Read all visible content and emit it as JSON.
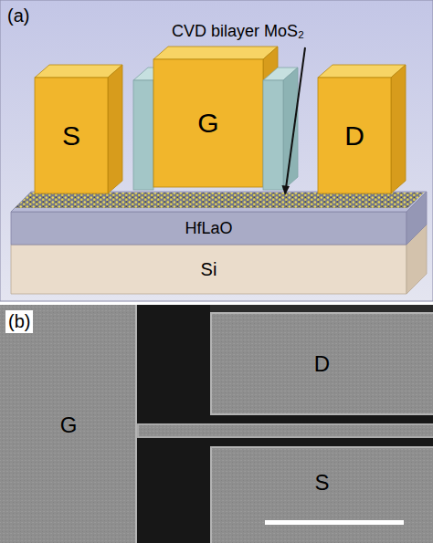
{
  "diagram": {
    "nodes": [
      {
        "text": [
          "S"
        ]
      },
      {
        "text": [
          "G"
        ]
      },
      {
        "text": [
          "D"
        ]
      },
      {
        "text": [
          "HfLaO"
        ]
      },
      {
        "text": [
          "Si"
        ]
      },
      {
        "text": [
          "G"
        ]
      },
      {
        "text": [
          "D"
        ]
      },
      {
        "text": [
          "S"
        ]
      }
    ],
    "labels": [
      "(a)",
      "CVD bilayer MoS₂",
      "(b)"
    ]
  }
}
